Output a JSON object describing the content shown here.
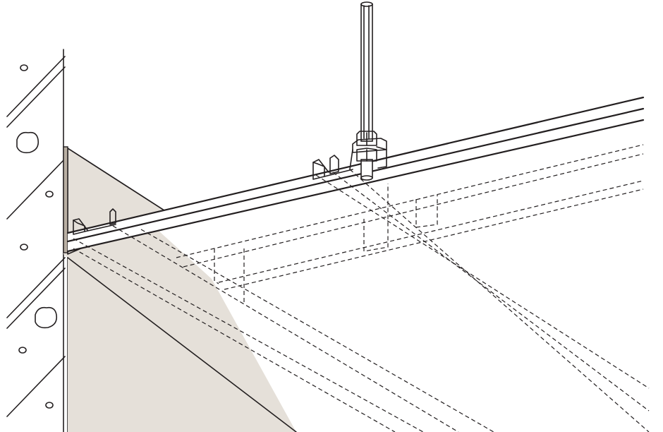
{
  "diagram": {
    "colors": {
      "line": "#231f20",
      "board_fill": "#e5e0d9",
      "background": "#ffffff"
    },
    "components": [
      "hanger-bolt",
      "hex-nut",
      "hanger-clip",
      "main-runner-channel",
      "ceiling-joist-channels",
      "ceiling-board",
      "wall-stud"
    ]
  }
}
